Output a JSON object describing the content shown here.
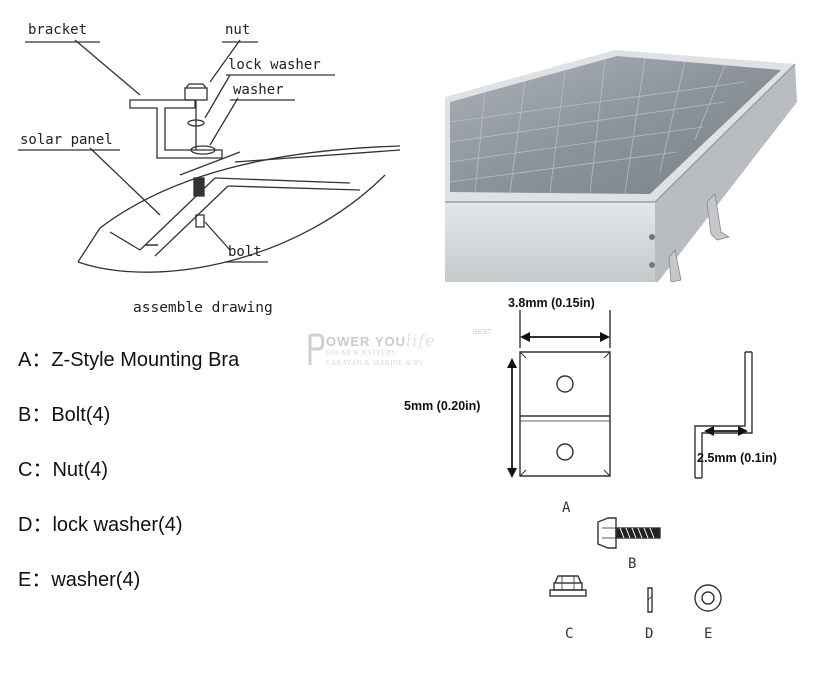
{
  "assembly": {
    "labels": {
      "bracket": "bracket",
      "nut": "nut",
      "lock_washer": "lock washer",
      "washer": "washer",
      "solar_panel": "solar panel",
      "bolt": "bolt"
    },
    "caption": "assemble drawing"
  },
  "parts_list": [
    {
      "text": "A：Z-Style Mounting Bra"
    },
    {
      "text": "B：Bolt(4)"
    },
    {
      "text": "C：Nut(4)"
    },
    {
      "text": "D：lock washer(4)"
    },
    {
      "text": "E：washer(4)"
    }
  ],
  "dimensions": {
    "width": "3.8mm (0.15in)",
    "height": "5mm (0.20in)",
    "depth": "2.5mm (0.1in)"
  },
  "part_letters": {
    "a": "A",
    "b": "B",
    "c": "C",
    "d": "D",
    "e": "E"
  },
  "watermark": {
    "brand": "OWER YOU",
    "brand_italic": "life",
    "tag": "BEST",
    "line1": "SOLAR & BATTERY",
    "line2": "CARAVAN & MARINE & RV"
  },
  "colors": {
    "line": "#333333",
    "panel_cells": "#8e949c",
    "panel_frame": "#d8dcdf"
  }
}
